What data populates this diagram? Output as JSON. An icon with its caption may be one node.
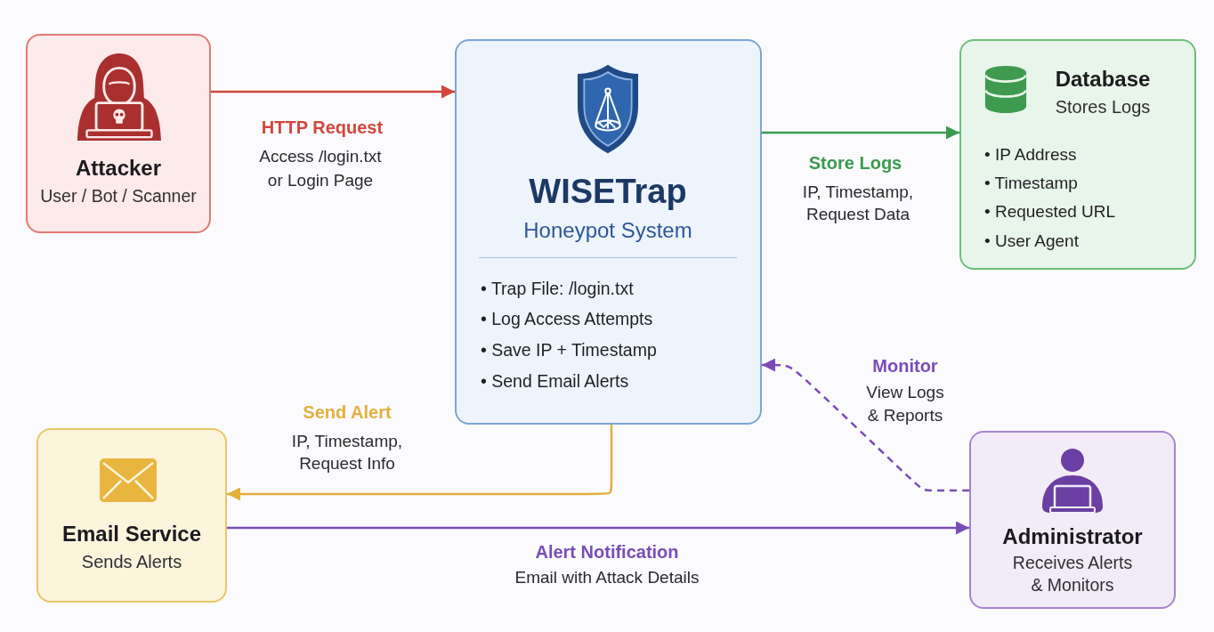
{
  "diagram": {
    "nodes": [
      {
        "text": [
          "Attacker",
          "User / Bot / Scanner"
        ]
      },
      {
        "text": [
          "WISETrap",
          "Honeypot System",
          "• Trap File: /login.txt",
          "• Log Access Attempts",
          "• Save IP + Timestamp",
          "• Send Email Alerts"
        ]
      },
      {
        "text": [
          "Database",
          "Stores Logs",
          "• IP Address",
          "• Timestamp",
          "• Requested URL",
          "• User Agent"
        ]
      },
      {
        "text": [
          "Email Service",
          "Sends Alerts"
        ]
      },
      {
        "text": [
          "Administrator",
          "Receives Alerts & Monitors"
        ]
      }
    ],
    "edges": [
      {
        "from": 0,
        "to": 1,
        "arrow": "to",
        "label": "HTTP Request",
        "color": "#d2463c"
      },
      {
        "from": 1,
        "to": 2,
        "arrow": "to",
        "label": "Store Logs",
        "color": "#3b9a4e"
      },
      {
        "from": 1,
        "to": 3,
        "arrow": "to",
        "label": "Send Alert",
        "color": "#e3b03e"
      },
      {
        "from": 3,
        "to": 4,
        "arrow": "to",
        "label": "Alert Notification",
        "color": "#7a4cb8"
      },
      {
        "from": 4,
        "to": 1,
        "arrow": "to",
        "label": "Monitor",
        "style": "dashed",
        "color": "#7a4cb8"
      }
    ],
    "labels": [
      "Access /login.txt or Login Page",
      "IP, Timestamp, Request Data",
      "View Logs & Reports",
      "IP, Timestamp, Request Info",
      "Email with Attack Details"
    ]
  }
}
